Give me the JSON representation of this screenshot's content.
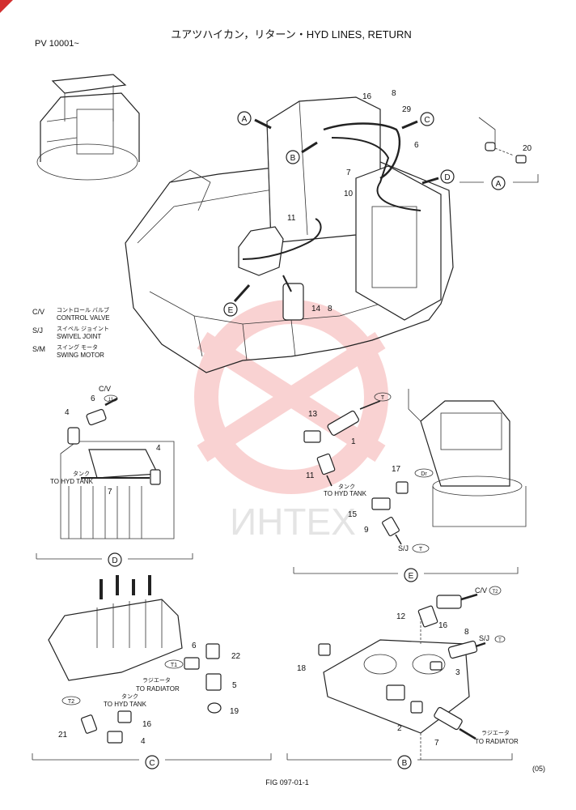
{
  "header": {
    "title": "ユアツハイカン，リターン・HYD LINES, RETURN",
    "serial": "PV 10001~"
  },
  "legend": [
    {
      "abbr": "C/V",
      "ja": "コントロール バルブ",
      "en": "CONTROL VALVE"
    },
    {
      "abbr": "S/J",
      "ja": "スイベル ジョイント",
      "en": "SWIVEL JOINT"
    },
    {
      "abbr": "S/M",
      "ja": "スイング モータ",
      "en": "SWING MOTOR"
    }
  ],
  "main_view": {
    "views": [
      "A",
      "B",
      "C",
      "D",
      "E"
    ],
    "parts": [
      "16",
      "8",
      "29",
      "6",
      "7",
      "10",
      "11",
      "14",
      "8"
    ]
  },
  "view_a": {
    "label": "A",
    "parts": [
      "20"
    ]
  },
  "view_d": {
    "label": "D",
    "cv": "C/V",
    "cv_port": "11",
    "parts": [
      "6",
      "4",
      "4",
      "7"
    ],
    "tank_ja": "タンク",
    "tank_en": "TO HYD TANK"
  },
  "view_e": {
    "label": "E",
    "ports": [
      "T",
      "Dr",
      "T"
    ],
    "parts": [
      "13",
      "1",
      "11",
      "17",
      "15",
      "9"
    ],
    "tank_ja": "タンク",
    "tank_en": "TO HYD TANK",
    "sj": "S/J"
  },
  "view_c": {
    "label": "C",
    "ports": [
      "T1",
      "T2"
    ],
    "parts": [
      "6",
      "22",
      "5",
      "19",
      "16",
      "4",
      "21"
    ],
    "radiator_ja": "ラジエータ",
    "radiator_en": "TO RADIATOR",
    "tank_ja": "タンク",
    "tank_en": "TO HYD TANK"
  },
  "view_b": {
    "label": "B",
    "cv": "C/V",
    "cv_port": "T2",
    "sj": "S/J",
    "sj_port": "T",
    "parts": [
      "12",
      "16",
      "8",
      "18",
      "3",
      "2",
      "7"
    ],
    "radiator_ja": "ラジエータ",
    "radiator_en": "TO RADIATOR"
  },
  "footer": {
    "page": "(05)",
    "fig": "FIG 097-01-1"
  },
  "watermark": {
    "text": "ИНТЕХ",
    "color": "#e53935"
  }
}
